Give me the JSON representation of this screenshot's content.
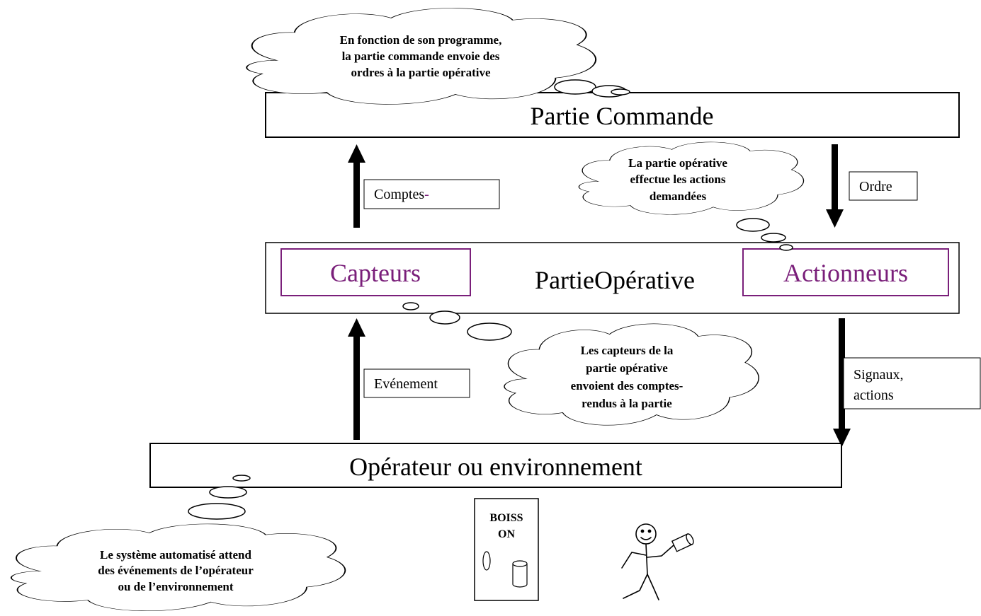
{
  "colors": {
    "stroke": "#000000",
    "accent_purple": "#7a1f7a",
    "background": "#ffffff"
  },
  "partie_commande": {
    "label": "Partie Commande"
  },
  "partie_operative": {
    "label": "PartieOpérative",
    "capteurs": "Capteurs",
    "actionneurs": "Actionneurs"
  },
  "operateur": {
    "label": "Opérateur ou environnement"
  },
  "flows": {
    "comptes_rendus": {
      "text": "Comptes",
      "suffix": "-"
    },
    "ordre": "Ordre",
    "evenement": "Evénement",
    "signaux": [
      "Signaux,",
      "actions"
    ]
  },
  "bubbles": {
    "commande": [
      "En fonction de son programme,",
      "la partie commande envoie des",
      "ordres à la partie opérative"
    ],
    "operative": [
      "La partie opérative",
      "effectue les actions",
      "demandées"
    ],
    "capteurs": [
      "Les capteurs de la",
      "partie opérative",
      "envoient des comptes-",
      "rendus à la partie"
    ],
    "systeme": [
      "Le système automatisé attend",
      "des événements de l’opérateur",
      "ou de l’environnement"
    ]
  },
  "machine": {
    "label": [
      "BOISS",
      "ON"
    ]
  },
  "icons": {
    "machine": "vending-machine-icon",
    "person": "stick-figure-person-icon",
    "can": "drink-can-icon"
  }
}
